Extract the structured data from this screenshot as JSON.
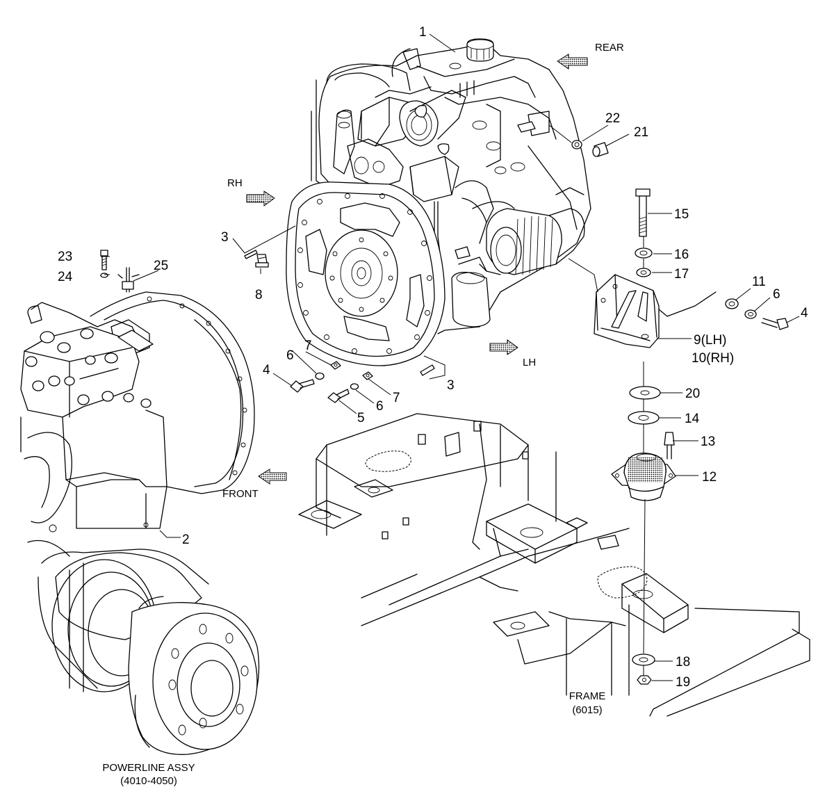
{
  "callouts": {
    "c1": "1",
    "c2": "2",
    "c3a": "3",
    "c3b": "3",
    "c4a": "4",
    "c4b": "4",
    "c5": "5",
    "c6a": "6",
    "c6b": "6",
    "c6c": "6",
    "c7a": "7",
    "c7b": "7",
    "c8": "8",
    "c9": "9(LH)",
    "c10": "10(RH)",
    "c11": "11",
    "c12": "12",
    "c13": "13",
    "c14": "14",
    "c15": "15",
    "c16": "16",
    "c17": "17",
    "c18": "18",
    "c19": "19",
    "c20": "20",
    "c21": "21",
    "c22": "22",
    "c23": "23",
    "c24": "24",
    "c25": "25"
  },
  "directions": {
    "rear": "REAR",
    "rh": "RH",
    "lh": "LH",
    "front": "FRONT"
  },
  "assemblies": {
    "powerline_name": "POWERLINE ASSY",
    "powerline_ref": "(4010-4050)",
    "frame_name": "FRAME",
    "frame_ref": "(6015)"
  },
  "icons": [
    "direction-arrow-icon"
  ]
}
